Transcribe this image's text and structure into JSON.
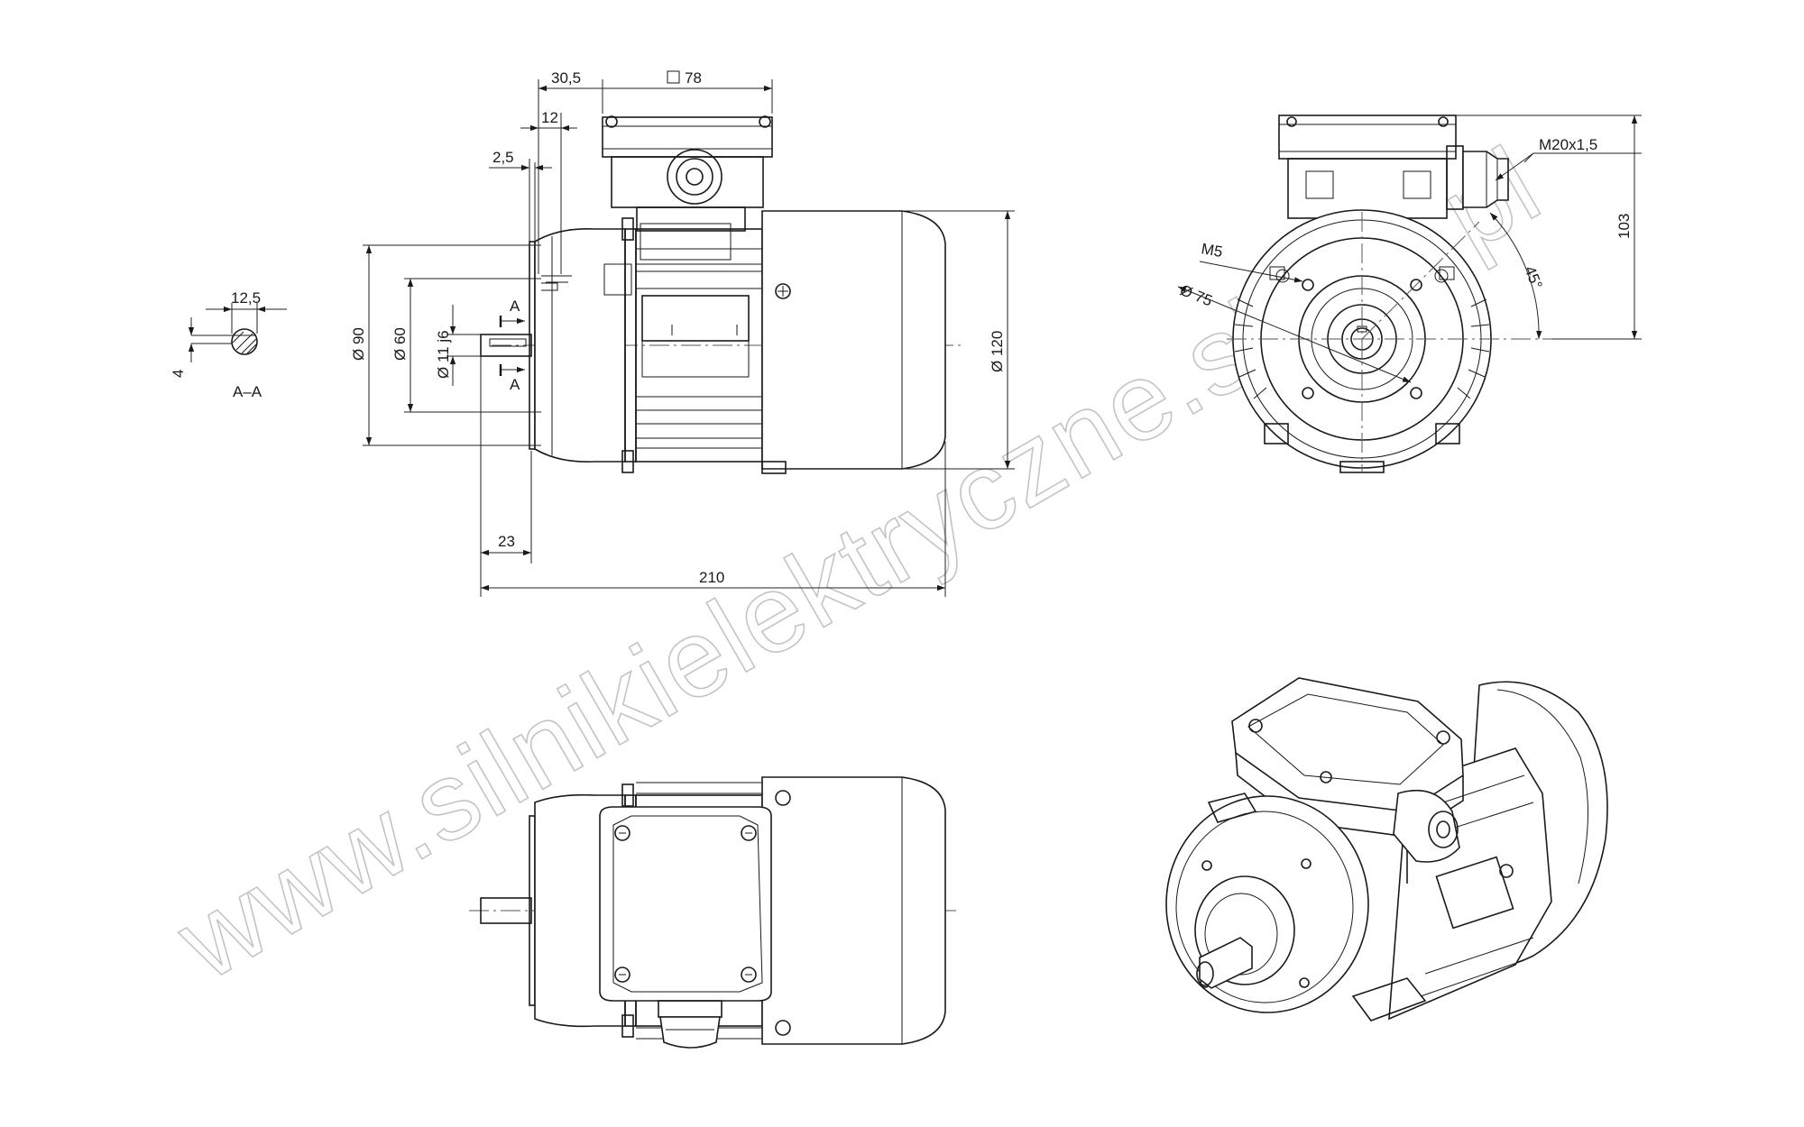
{
  "watermark": "www.silnikielektryczne.sklep.pl",
  "section_label": "A–A",
  "section_marks": {
    "upper": "A",
    "lower": "A"
  },
  "dimensions": {
    "d_30_5": "30,5",
    "d_sq78": "78",
    "d_12": "12",
    "d_2_5": "2,5",
    "d_12_5": "12,5",
    "d_4": "4",
    "d_phi90": "Ø 90",
    "d_phi60": "Ø 60",
    "d_phi11": "Ø 11 j6",
    "d_phi120": "Ø 120",
    "d_23": "23",
    "d_210": "210",
    "d_m20": "M20x1,5",
    "d_103": "103",
    "d_m5": "M5",
    "d_phi75": "Ø 75",
    "d_45": "45°"
  },
  "colors": {
    "line": "#1a1a1a",
    "watermark": "#c4c4c4",
    "background": "#ffffff"
  }
}
